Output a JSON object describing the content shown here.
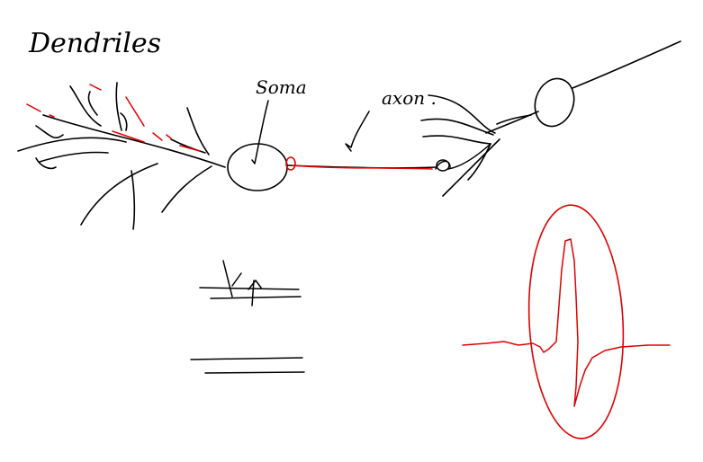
{
  "labels": {
    "dendrites": "Dendriles",
    "soma": "Soma",
    "axon": "axon ."
  },
  "colors": {
    "ink": "#000000",
    "highlight": "#e00000",
    "background": "#ffffff"
  }
}
